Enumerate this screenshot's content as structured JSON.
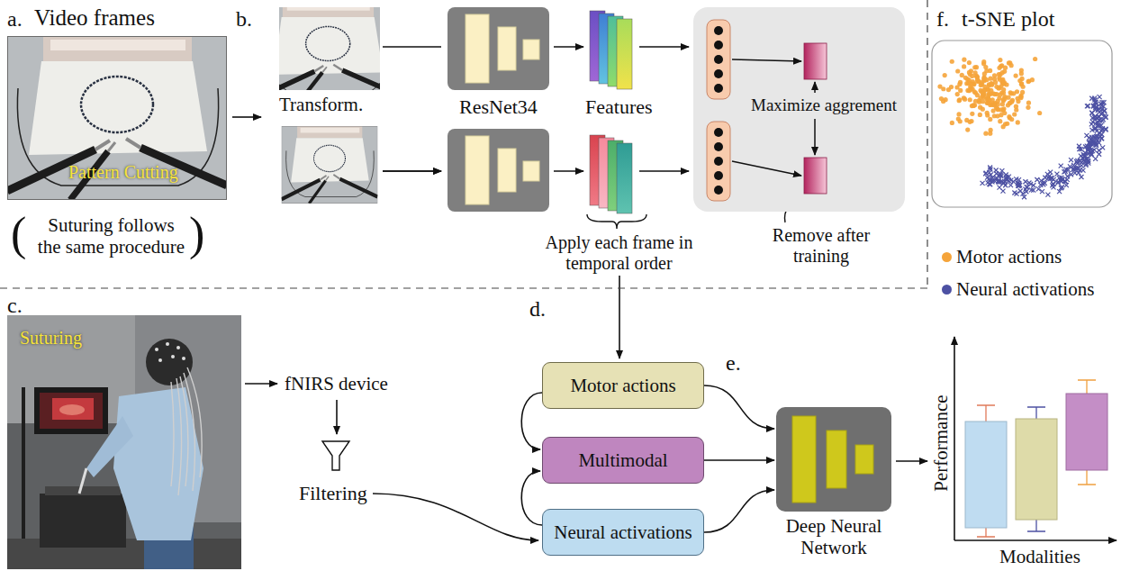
{
  "diagram": {
    "nodes": [
      {
        "text": [
          "ResNet34"
        ]
      },
      {
        "text": [
          "Maximize aggrement"
        ]
      },
      {
        "text": [
          "Motor actions"
        ]
      },
      {
        "text": [
          "Multimodal"
        ]
      },
      {
        "text": [
          "Neural activations"
        ]
      },
      {
        "text": [
          "Deep Neural Network"
        ]
      }
    ],
    "edges": [
      {
        "from": 2,
        "to": 5,
        "arrow": "to"
      },
      {
        "from": 3,
        "to": 5,
        "arrow": "to"
      },
      {
        "from": 4,
        "to": 5,
        "arrow": "to"
      },
      {
        "from": 2,
        "to": 3,
        "arrow": "to"
      },
      {
        "from": 4,
        "to": 3,
        "arrow": "to"
      }
    ],
    "labels": [
      "a.",
      "Video frames",
      "Pattern Cutting",
      "(",
      "Suturing follows the same procedure",
      ")",
      "b.",
      "Transform.",
      "Features",
      "Remove after training",
      "Apply each frame in temporal order",
      "c.",
      "Suturing",
      "fNIRS device",
      "Filtering",
      "d.",
      "e.",
      "Performance",
      "Modalities",
      "f.",
      "t-SNE plot"
    ],
    "legend": [
      {
        "text": "Motor actions",
        "color": "#f5a43a"
      },
      {
        "text": "Neural activations",
        "color": "#4d51a3"
      }
    ]
  }
}
